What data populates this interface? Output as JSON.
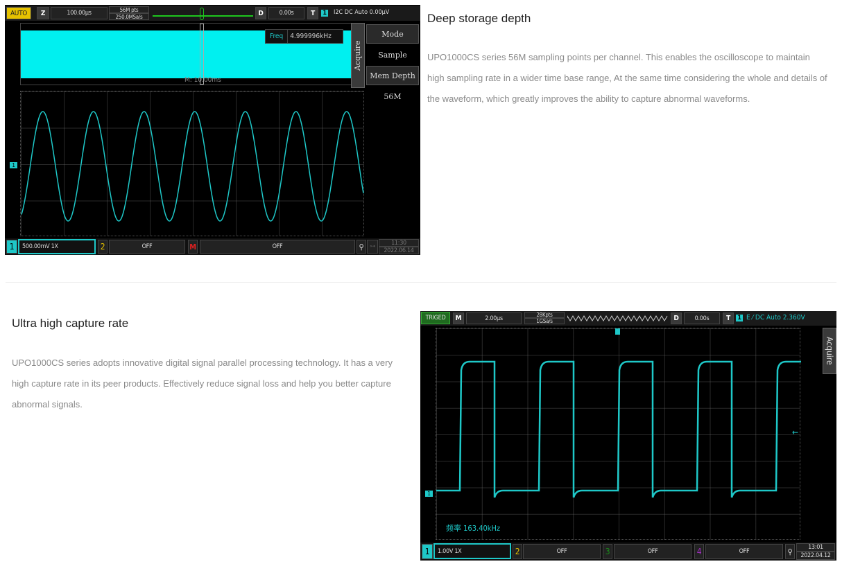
{
  "section1": {
    "title": "Deep storage depth",
    "description": "UPO1000CS series 56M sampling points per channel. This enables the oscilloscope to maintain high sampling rate in a wider time base range, At the same time considering the whole and details of the waveform, which greatly improves the ability to capture abnormal waveforms.",
    "scope": {
      "status": "AUTO",
      "status_color": "#e6c200",
      "zoom_label": "Z",
      "timebase": "100.00µs",
      "mem_pts": "56M pts",
      "sample_rate": "250.0MSa/s",
      "delay_label": "D",
      "delay": "0.00s",
      "trigger_label": "T",
      "trigger_ch": "1",
      "trigger_info": "I2C DC Auto 0.00µV",
      "freq_label": "Freq",
      "freq_value": "4.999996kHz",
      "main_timebase": "M: 10.00ms",
      "menu_tab": "Acquire",
      "menu": [
        "Mode",
        "Sample",
        "Mem Depth",
        "56M"
      ],
      "ch1": "1",
      "ch1_setting": "500.00mV 1X",
      "ch2": "2",
      "ch2_setting": "OFF",
      "math": "M",
      "math_setting": "OFF",
      "time": "11:30",
      "date": "2022.06.14",
      "trace_color": "#1ec8c8"
    }
  },
  "section2": {
    "title": "Ultra high capture rate",
    "description": "UPO1000CS series adopts innovative digital signal parallel processing technology. It has a very high capture rate in its peer products. Effectively reduce signal loss and help you better capture abnormal signals.",
    "scope": {
      "status": "TRIGED",
      "status_color": "#1f6a1f",
      "mode_label": "M",
      "timebase": "2.00µs",
      "mem_pts": "28Kpts",
      "sample_rate": "1GSa/s",
      "delay_label": "D",
      "delay": "0.00s",
      "trigger_label": "T",
      "trigger_ch": "1",
      "trigger_info": "E ⁄ DC Auto 2.360V",
      "menu_tab": "Acquire",
      "measure": "频率 163.40kHz",
      "ch1": "1",
      "ch1_setting": "1.00V 1X",
      "ch2": "2",
      "ch2_setting": "OFF",
      "ch3": "3",
      "ch3_setting": "OFF",
      "ch4": "4",
      "ch4_setting": "OFF",
      "time": "13:01",
      "date": "2022.04.12",
      "trace_color": "#1ec8c8"
    }
  }
}
